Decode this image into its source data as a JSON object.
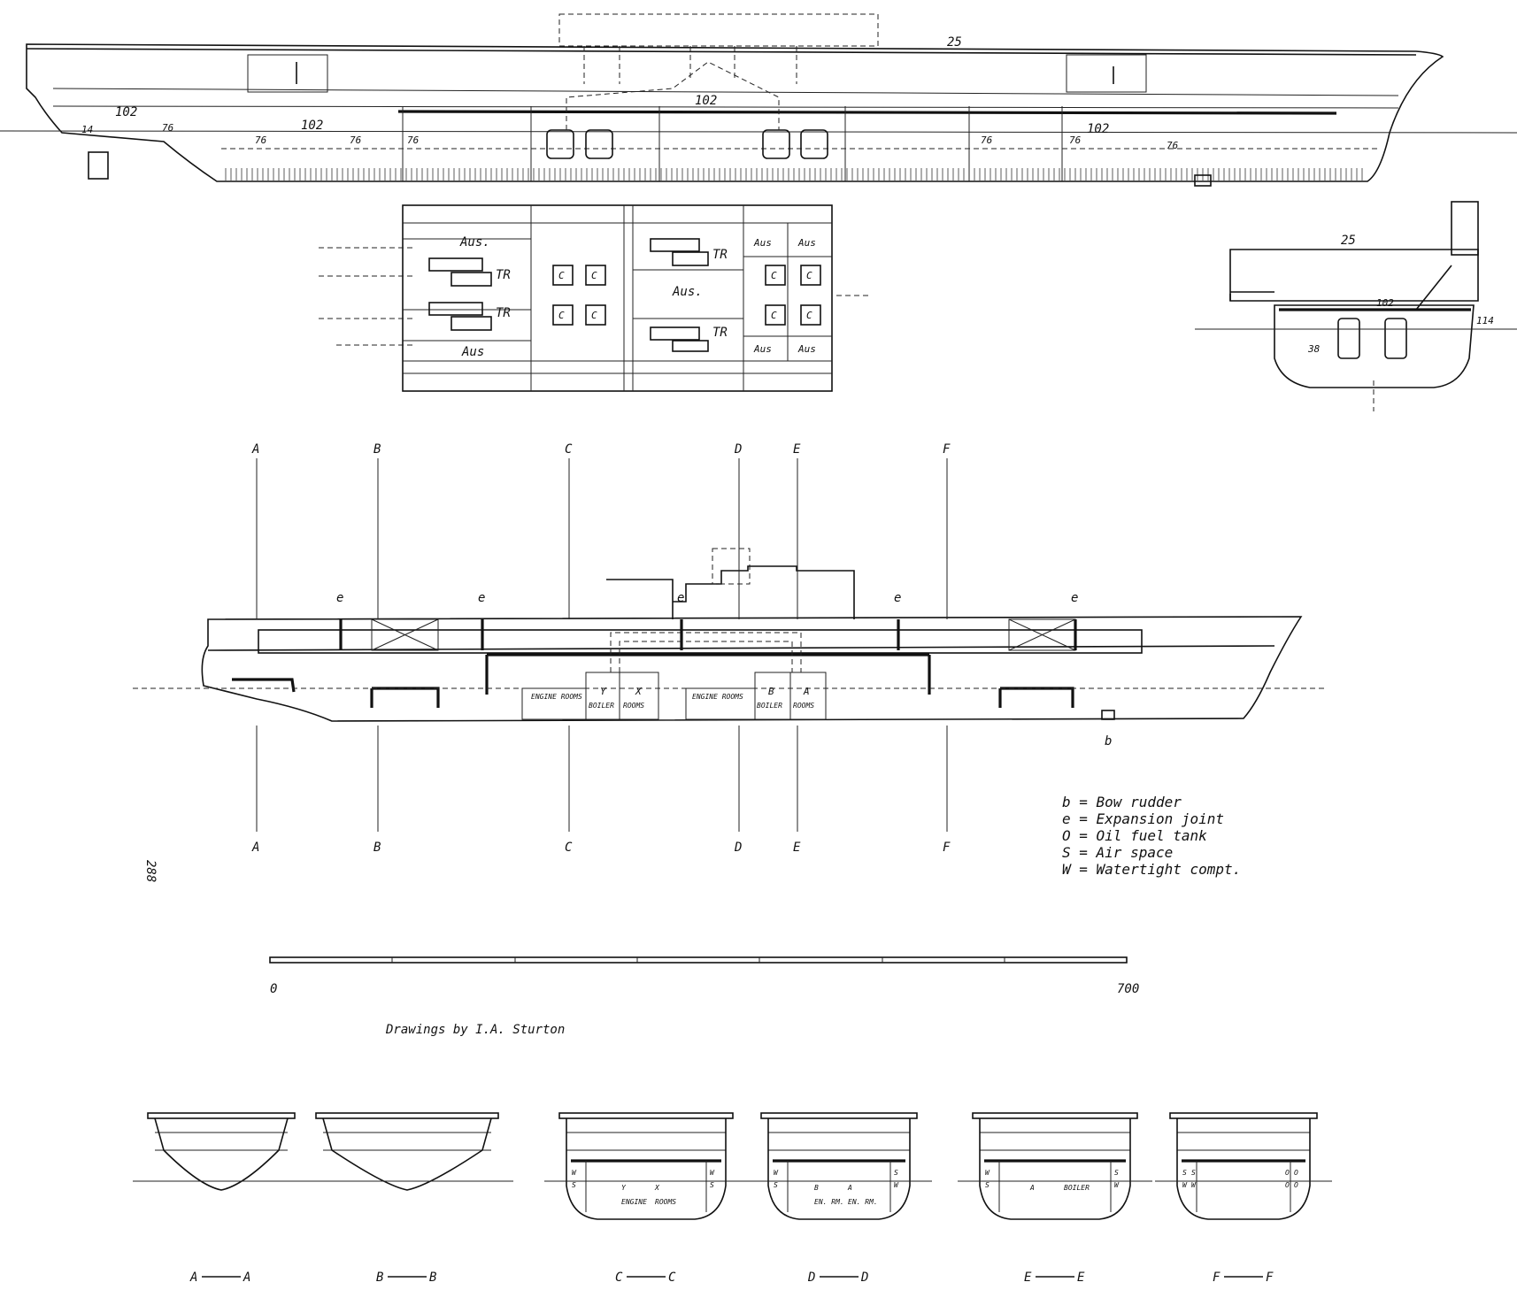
{
  "top_profile": {
    "labels": {
      "deck": "25",
      "hangar_deck_center": "102",
      "hangar_deck_aft": "102",
      "hangar_deck_fwd": "102",
      "aft_upper": "102",
      "aft_small": "14",
      "side_76_a": "76",
      "side_76_b": "76",
      "side_76_c": "76",
      "side_76_d": "76",
      "side_76_e": "76",
      "side_76_f": "76",
      "side_76_g": "76"
    }
  },
  "machinery_plan": {
    "cells": {
      "aus_top_left": "Aus.",
      "tr_1": "TR",
      "tr_2": "TR",
      "aus_bottom_left": "Aus",
      "c1": "C",
      "c2": "C",
      "c3": "C",
      "c4": "C",
      "tr_3": "TR",
      "aus_center": "Aus.",
      "tr_4": "TR",
      "aus_top_r1": "Aus",
      "aus_top_r2": "Aus",
      "c5": "C",
      "c6": "C",
      "c7": "C",
      "c8": "C",
      "aus_bot_r1": "Aus",
      "aus_bot_r2": "Aus"
    }
  },
  "top_section": {
    "labels": {
      "deck": "25",
      "armour_deck": "102",
      "belt": "114",
      "bulkhead": "38"
    }
  },
  "main_profile": {
    "section_letters_top": [
      "A",
      "B",
      "C",
      "D",
      "E",
      "F"
    ],
    "section_letters_bottom": [
      "A",
      "B",
      "C",
      "D",
      "E",
      "F"
    ],
    "expansion_marks": [
      "e",
      "e",
      "e",
      "e",
      "e"
    ],
    "rooms": {
      "engine_rooms_1": "ENGINE ROOMS",
      "y_label": "Y",
      "boiler_1": "BOILER",
      "x_label": "X",
      "rooms_1": "ROOMS",
      "engine_rooms_2": "ENGINE ROOMS",
      "b_label": "B",
      "boiler_2": "BOILER",
      "a_label": "A",
      "rooms_2": "ROOMS"
    },
    "bow_rudder_mark": "b"
  },
  "legend": [
    "b = Bow rudder",
    "e = Expansion joint",
    "O = Oil fuel tank",
    "S = Air space",
    "W = Watertight compt."
  ],
  "page_number": "288",
  "scale": {
    "start": "0",
    "end": "700"
  },
  "credit": "Drawings by I.A. Sturton",
  "sections": [
    {
      "caption_left": "A",
      "caption_right": "A"
    },
    {
      "caption_left": "B",
      "caption_right": "B"
    },
    {
      "caption_left": "C",
      "caption_right": "C",
      "inner": [
        "Y",
        "X",
        "ENGINE",
        "ROOMS"
      ],
      "side": [
        "W",
        "S",
        "W",
        "S"
      ]
    },
    {
      "caption_left": "D",
      "caption_right": "D",
      "inner": [
        "B",
        "A",
        "EN. RM.",
        "EN. RM."
      ],
      "side": [
        "W",
        "S",
        "S",
        "W"
      ]
    },
    {
      "caption_left": "E",
      "caption_right": "E",
      "inner": [
        "A",
        "BOILER"
      ],
      "side": [
        "W",
        "S",
        "S",
        "W"
      ]
    },
    {
      "caption_left": "F",
      "caption_right": "F",
      "side": [
        "S",
        "W",
        "O",
        "O",
        "S",
        "W",
        "O",
        "O"
      ]
    }
  ]
}
